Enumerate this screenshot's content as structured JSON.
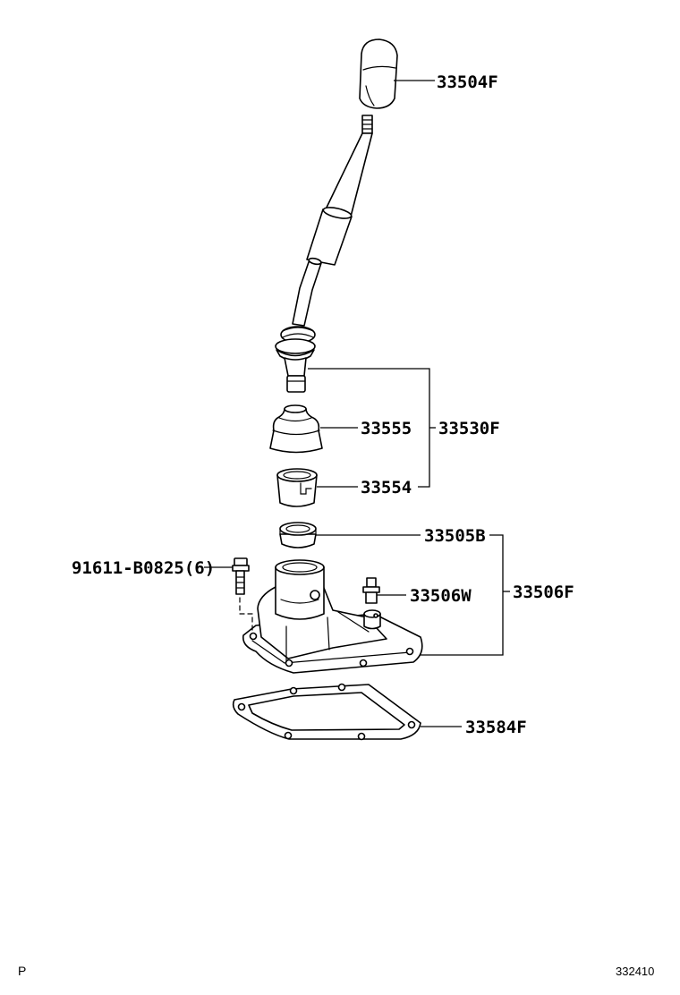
{
  "labels": {
    "knob": "33504F",
    "boot": "33555",
    "lever_sub_assy": "33530F",
    "bushing": "33554",
    "seat": "33505B",
    "retainer_assy": "33506F",
    "pin": "33506W",
    "bolt": "91611-B0825(6)",
    "gasket": "33584F"
  },
  "footer": {
    "left": "P",
    "right": "332410"
  }
}
